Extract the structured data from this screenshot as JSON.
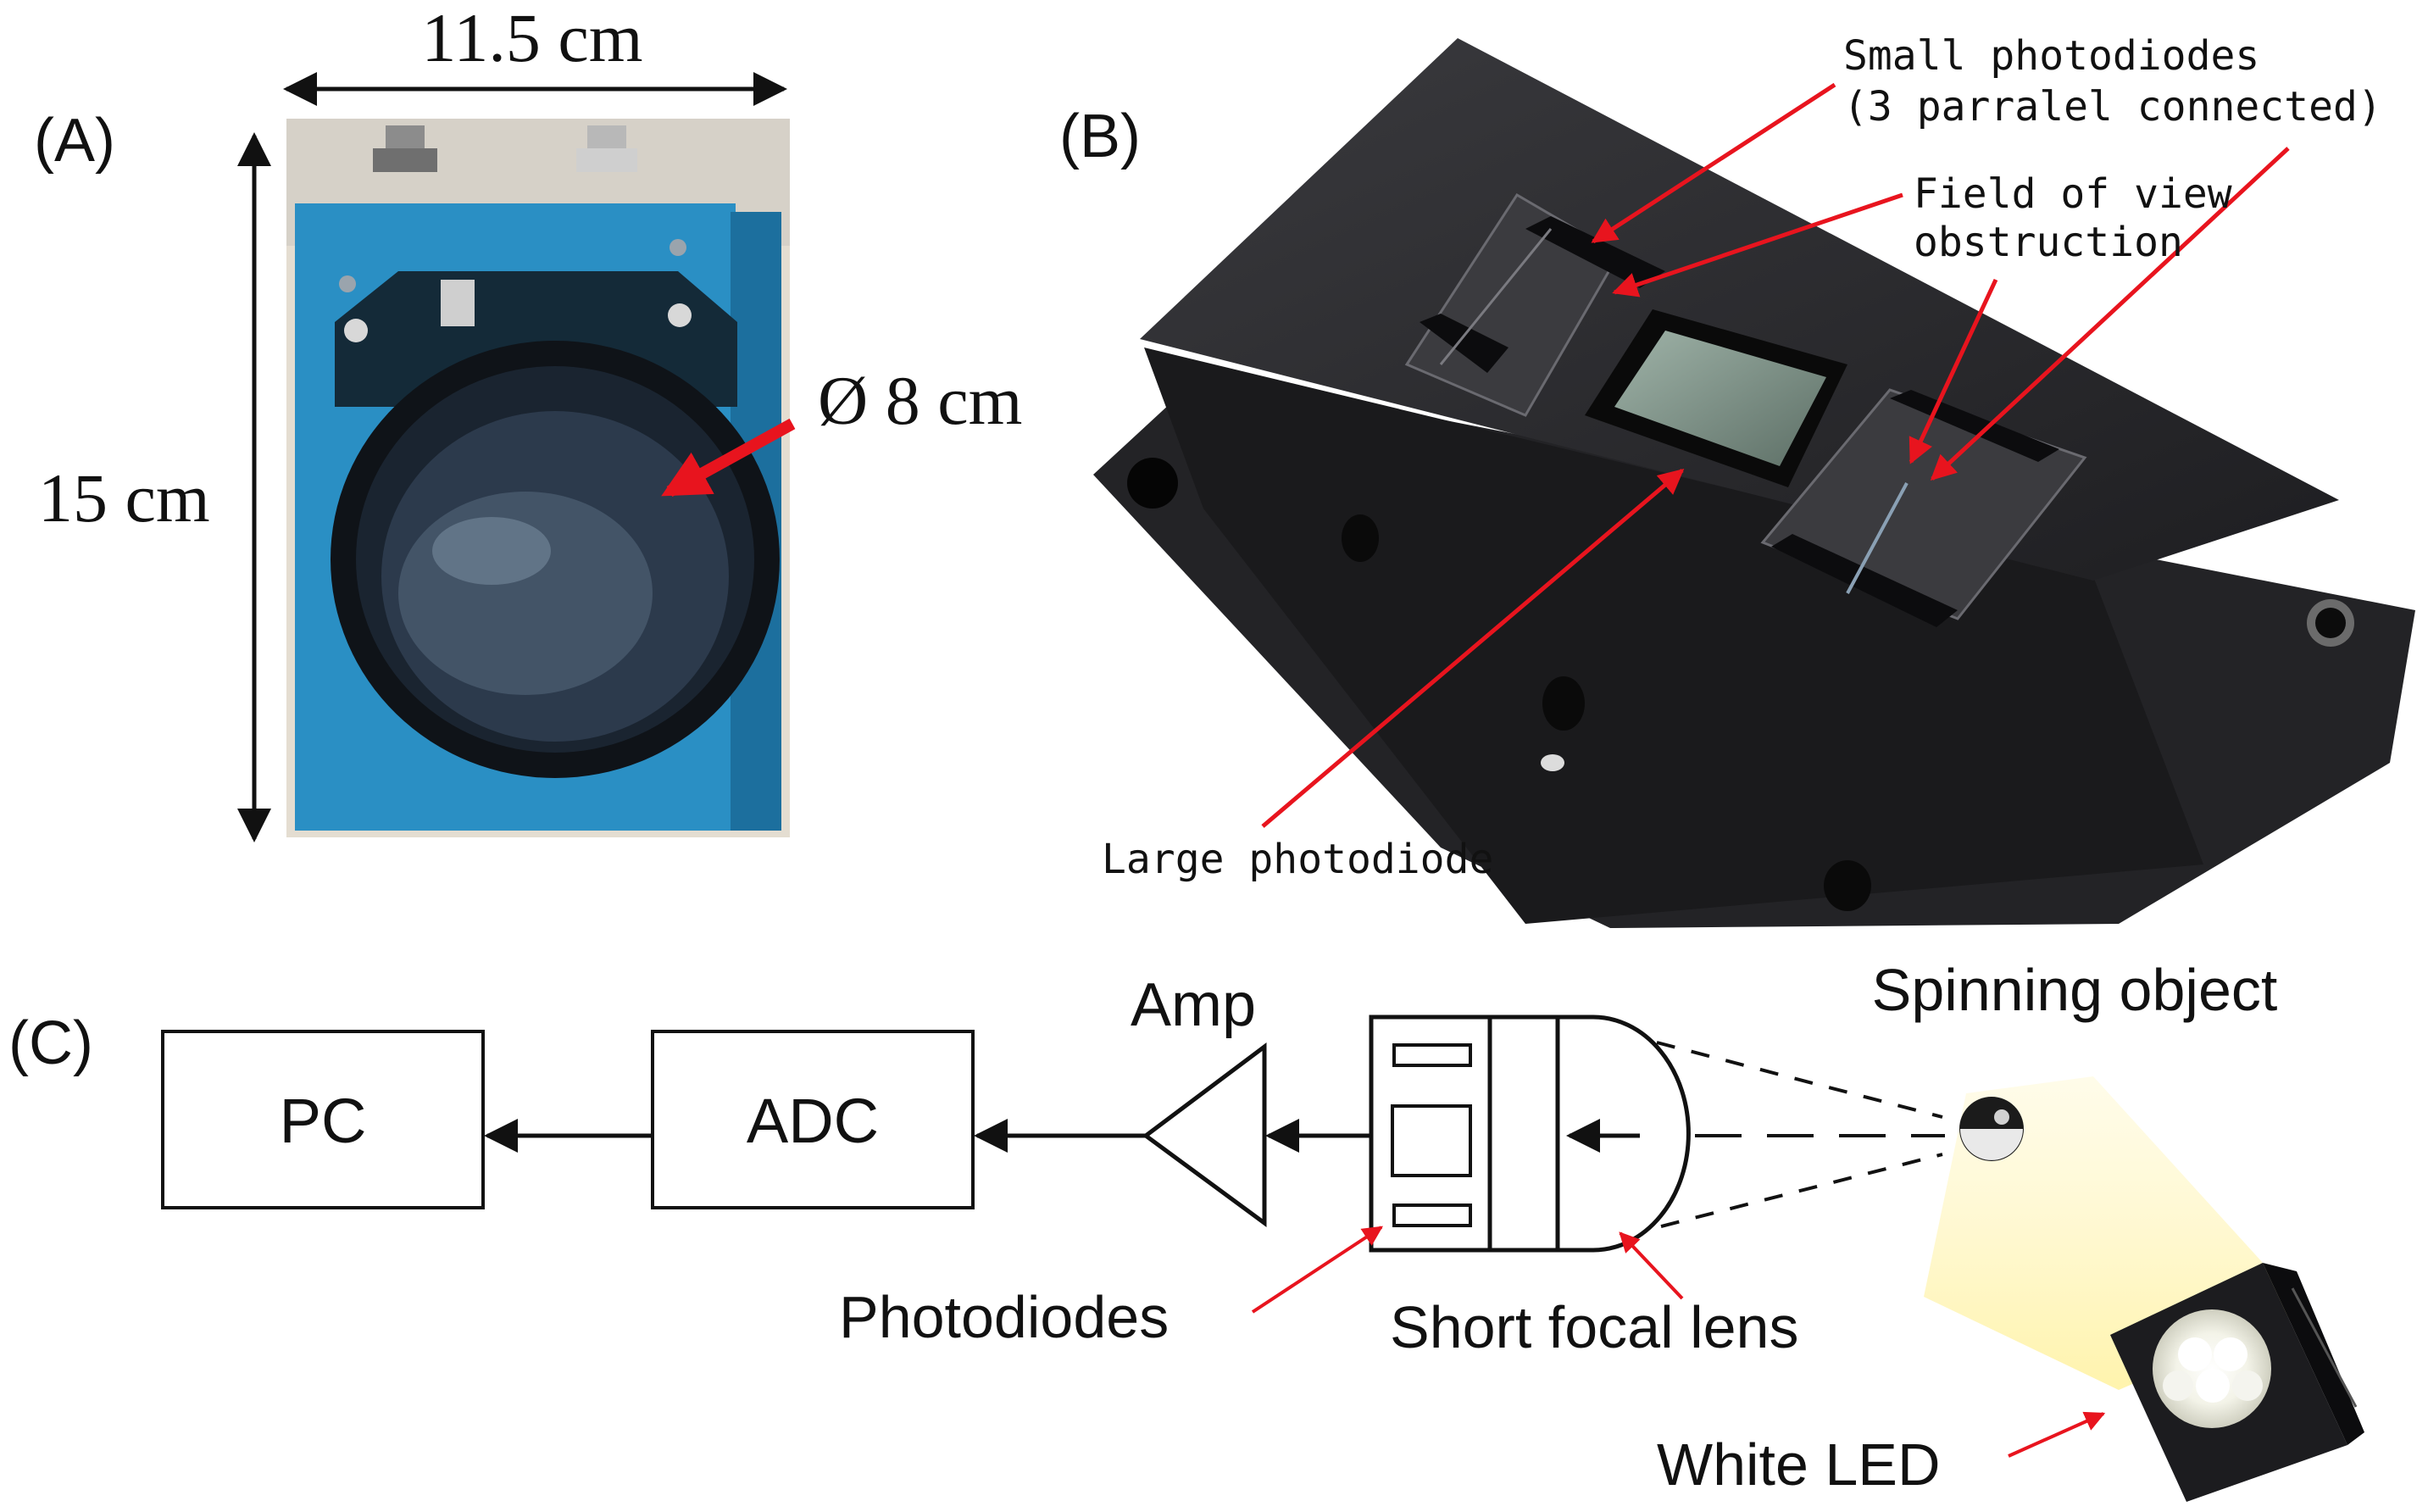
{
  "panel_a": {
    "label": "(A)",
    "width_label": "11.5 cm",
    "height_label": "15 cm",
    "diameter_label": "Ø 8 cm"
  },
  "panel_b": {
    "label": "(B)",
    "small_photodiodes_label_line1": "Small photodiodes",
    "small_photodiodes_label_line2": "(3 parralel connected)",
    "fov_label_line1": "Field of view",
    "fov_label_line2": "obstruction",
    "large_photodiode_label": "Large photodiode"
  },
  "panel_c": {
    "label": "(C)",
    "pc_label": "PC",
    "adc_label": "ADC",
    "amp_label": "Amp",
    "spinning_object_label": "Spinning object",
    "photodiodes_label": "Photodiodes",
    "lens_label": "Short focal lens",
    "led_label": "White LED"
  },
  "colors": {
    "annotation_arrow": "#e8141e",
    "housing_blue": "#2a8fc4",
    "sensor_box": "#2b2b2e",
    "led_beam": "#fff7c2"
  }
}
